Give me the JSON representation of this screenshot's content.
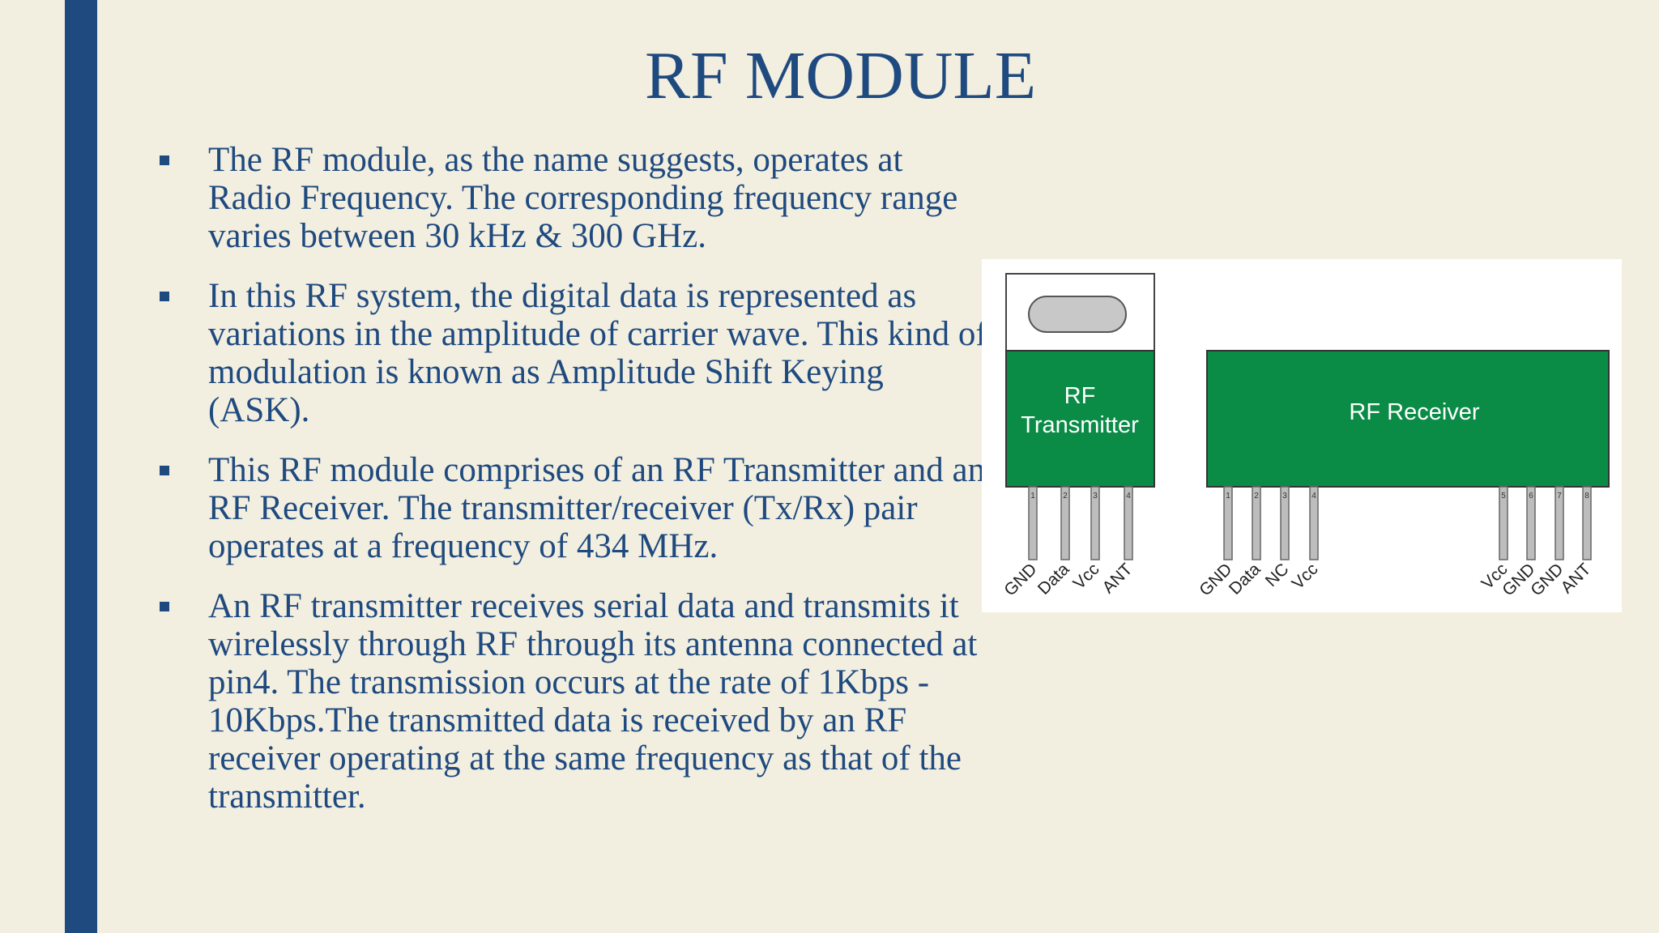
{
  "slide": {
    "title": "RF MODULE",
    "bullets": [
      "The RF module, as the name suggests, operates at Radio Frequency. The corresponding frequency range varies between 30 kHz & 300 GHz.",
      "In this RF system, the digital data is represented as variations in the amplitude of carrier wave. This kind of modulation is known as Amplitude Shift Keying (ASK).",
      "This RF module comprises of an RF Transmitter and an RF Receiver. The transmitter/receiver (Tx/Rx) pair operates at a frequency of 434 MHz.",
      "An RF transmitter receives serial data and transmits it wirelessly through RF through its antenna connected at pin4. The transmission occurs at the rate of 1Kbps - 10Kbps.The transmitted data is received by an RF receiver operating at the same frequency as that of the transmitter."
    ]
  },
  "diagram": {
    "module_color": "#0a8c47",
    "transmitter": {
      "label_line1": "RF",
      "label_line2": "Transmitter",
      "pin_numbers": [
        "1",
        "2",
        "3",
        "4"
      ],
      "pin_labels": [
        "GND",
        "Data",
        "Vcc",
        "ANT"
      ]
    },
    "receiver": {
      "label": "RF Receiver",
      "pin_numbers": [
        "1",
        "2",
        "3",
        "4",
        "5",
        "6",
        "7",
        "8"
      ],
      "pin_labels": [
        "GND",
        "Data",
        "NC",
        "Vcc",
        "Vcc",
        "GND",
        "GND",
        "ANT"
      ]
    }
  }
}
